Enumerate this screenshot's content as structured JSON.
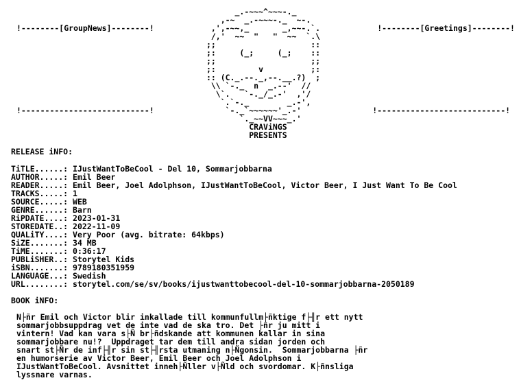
{
  "header": {
    "left_box": "!--------[GroupNews]--------!",
    "right_box": "!--------[Greetings]--------!",
    "bottom_rule": "!---------------------------!"
  },
  "ascii_art": [
    "                                              _.-~~~^~~~-._",
    "                                           ,-~  _.-~~~-._  ~-.",
    "!--------[GroupNews]--------!            ,',-~~,_       _,~~-.`.            !--------[Greetings]--------!",
    "                                         /,'  ~~  \"   \"  ~~  `.\\",
    "                                        ;;                    ::",
    "                                        ;:     (_;     (_;    ::",
    "                                        ;;                    ;;",
    "                                        ;:         v          ;:",
    "                                        :: (C._.--._,--.__.?)  ;",
    "                                         \\\\ `-._  n  _.--'  //",
    "                                          \\`.   `-._/_.-'  ,'/",
    "                                           `.`-._        _.-',",
    "!---------------------------!               `-._`~~~~~~'_.-'               !---------------------------!",
    "                                               `._~~VV~~~_.'",
    "                                                 CRAViNGS",
    "                                                 PRESENTS"
  ],
  "release_info": {
    "heading": "RELEASE iNFO:",
    "rows": [
      {
        "key": "TiTLE......:",
        "value": "IJustWantToBeCool - Del 10, Sommarjobbarna"
      },
      {
        "key": "AUTHOR.....:",
        "value": "Emil Beer"
      },
      {
        "key": "READER.....:",
        "value": "Emil Beer, Joel Adolphson, IJustWantToBeCool, Victor Beer, I Just Want To Be Cool"
      },
      {
        "key": "TRACKS.....:",
        "value": "1"
      },
      {
        "key": "SOURCE.....:",
        "value": "WEB"
      },
      {
        "key": "GENRE......:",
        "value": "Barn"
      },
      {
        "key": "RiPDATE....:",
        "value": "2023-01-31"
      },
      {
        "key": "STOREDATE..:",
        "value": "2022-11-09"
      },
      {
        "key": "QUALiTY....:",
        "value": "Very Poor (avg. bitrate: 64kbps)"
      },
      {
        "key": "SiZE.......:",
        "value": "34 MB"
      },
      {
        "key": "TiME.......:",
        "value": "0:36:17"
      },
      {
        "key": "PUBLiSHER..:",
        "value": "Storytel Kids"
      },
      {
        "key": "iSBN.......:",
        "value": "9789180351959"
      },
      {
        "key": "LANGUAGE...:",
        "value": "Swedish"
      },
      {
        "key": "URL........:",
        "value": "storytel.com/se/sv/books/ijustwanttobecool-del-10-sommarjobbarna-2050189"
      }
    ]
  },
  "book_info": {
    "heading": "BOOK iNFO:",
    "lines": [
      "N├ñr Emil och Victor blir inkallade till kommunfullm├ñktige f├╢r ett nytt",
      "sommarjobbsuppdrag vet de inte vad de ska tro. Det ├ñr ju mitt i",
      "vintern! Vad kan vara s├Ñ br├ñdskande att kommunen kallar in sina",
      "sommarjobbare nu!?  Uppdraget tar dem till andra sidan jorden och",
      "snart st├Ñr de inf├╢r sin st├╢rsta utmaning n├Ñgonsin.  Sommarjobbarna ├ñr",
      "en humorserie av Victor Beer, Emil Beer och Joel Adolphson i",
      "IJustWantToBeCool. Avsnittet inneh├Ñller v├Ñld och svordomar. K├ñnsliga",
      "lyssnare varnas."
    ]
  }
}
